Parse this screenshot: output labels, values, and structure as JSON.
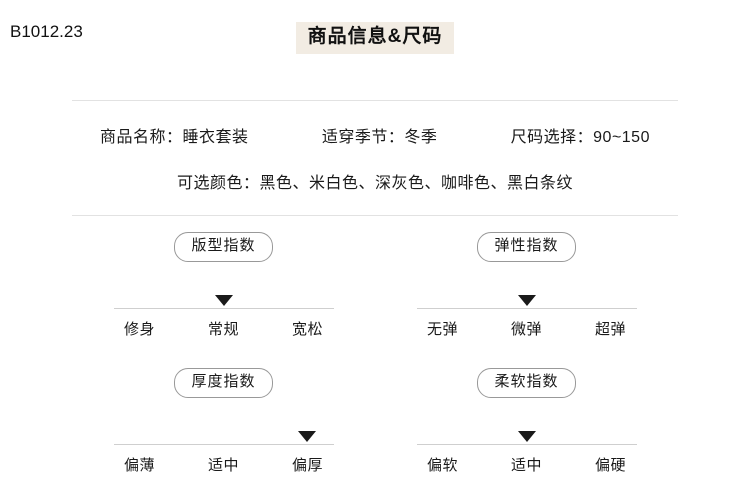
{
  "sku_code": "B1012.23",
  "header": {
    "title": "商品信息&尺码"
  },
  "product_info": {
    "fields": [
      {
        "label": "商品名称：",
        "value": "睡衣套装"
      },
      {
        "label": "适穿季节：",
        "value": "冬季"
      },
      {
        "label": "尺码选择：",
        "value": "90~150"
      }
    ],
    "colors_label": "可选颜色：",
    "colors_value": "黑色、米白色、深灰色、咖啡色、黑白条纹"
  },
  "indices": [
    {
      "name": "版型指数",
      "labels": [
        "修身",
        "常规",
        "宽松"
      ],
      "selected_index": 1
    },
    {
      "name": "弹性指数",
      "labels": [
        "无弹",
        "微弹",
        "超弹"
      ],
      "selected_index": 1
    },
    {
      "name": "厚度指数",
      "labels": [
        "偏薄",
        "适中",
        "偏厚"
      ],
      "selected_index": 2
    },
    {
      "name": "柔软指数",
      "labels": [
        "偏软",
        "适中",
        "偏硬"
      ],
      "selected_index": 1
    }
  ]
}
